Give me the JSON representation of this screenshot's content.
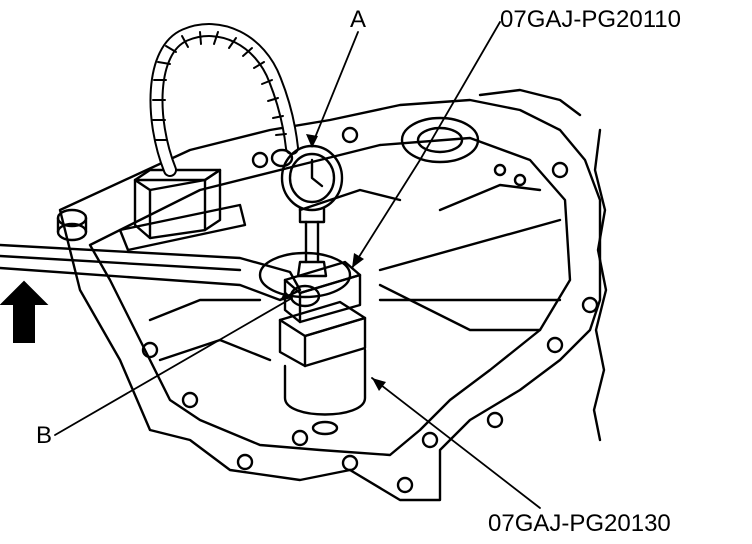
{
  "callouts": {
    "a": "A",
    "b": "B",
    "tool_top": "07GAJ-PG20110",
    "tool_bottom": "07GAJ-PG20130"
  },
  "icons": {
    "direction_arrow": "arrow-up-icon",
    "gauge": "dial-gauge-icon"
  },
  "colors": {
    "ink": "#000000",
    "paper": "#ffffff"
  }
}
